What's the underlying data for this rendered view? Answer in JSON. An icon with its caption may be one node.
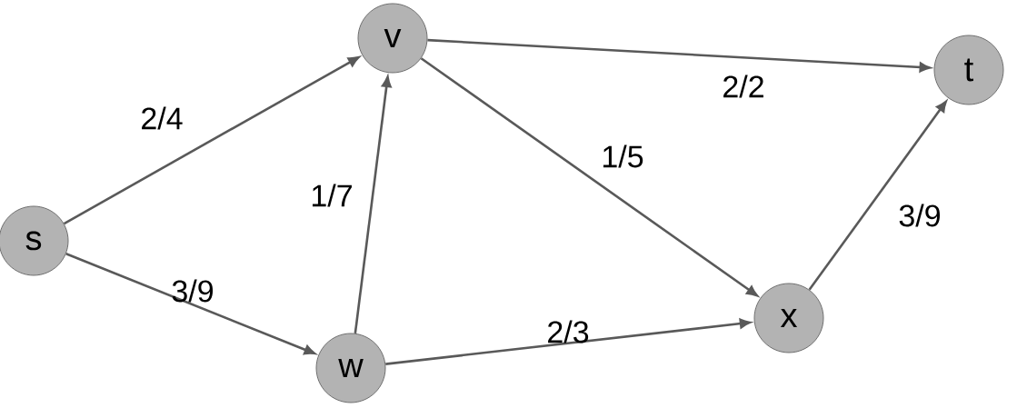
{
  "diagram": {
    "nodes": [
      {
        "text": [
          "s"
        ]
      },
      {
        "text": [
          "v"
        ]
      },
      {
        "text": [
          "w"
        ]
      },
      {
        "text": [
          "x"
        ]
      },
      {
        "text": [
          "t"
        ]
      }
    ],
    "edges": [
      {
        "from": 0,
        "to": 1,
        "arrow": "to",
        "label": "2/4"
      },
      {
        "from": 0,
        "to": 2,
        "arrow": "to",
        "label": "3/9"
      },
      {
        "from": 2,
        "to": 1,
        "arrow": "to",
        "label": "1/7"
      },
      {
        "from": 1,
        "to": 4,
        "arrow": "to",
        "label": "2/2"
      },
      {
        "from": 1,
        "to": 3,
        "arrow": "to",
        "label": "1/5"
      },
      {
        "from": 2,
        "to": 3,
        "arrow": "to",
        "label": "2/3"
      },
      {
        "from": 3,
        "to": 4,
        "arrow": "to",
        "label": "3/9"
      }
    ]
  }
}
